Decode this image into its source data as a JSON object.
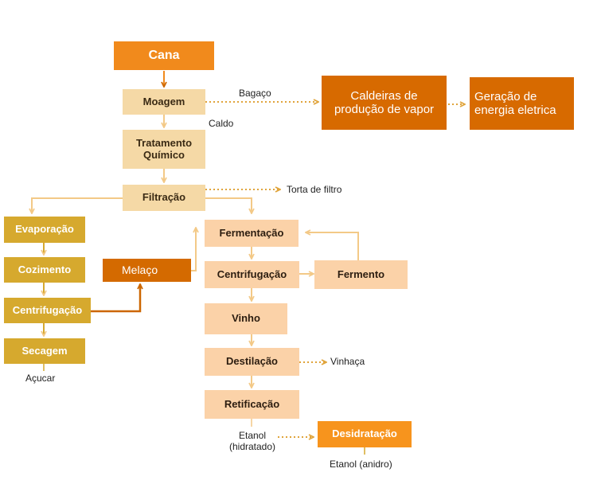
{
  "colors": {
    "arrow_light": "#f3c987",
    "arrow_dotted": "#e0a43b",
    "arrow_dark": "#cc6600",
    "tan": "#f5d9a6",
    "peach": "#fbd2a8",
    "gold": "#d6a92e",
    "orange": "#f18a1c",
    "dark_orange": "#d76a00"
  },
  "nodes": {
    "cana": "Cana",
    "moagem": "Moagem",
    "tratamento": "Tratamento Químico",
    "filtracao": "Filtração",
    "caldeiras": "Caldeiras de produção de vapor",
    "geracao": "Geração de energia eletrica",
    "evaporacao": "Evaporação",
    "cozimento": "Cozimento",
    "centrifugacao_acucar": "Centrifugação",
    "secagem": "Secagem",
    "melaco": "Melaço",
    "fermentacao": "Fermentação",
    "centrifugacao_etanol": "Centrifugação",
    "fermento": "Fermento",
    "vinho": "Vinho",
    "destilacao": "Destilação",
    "retificacao": "Retificação",
    "desidratacao": "Desidratação"
  },
  "labels": {
    "bagaco": "Bagaço",
    "caldo": "Caldo",
    "torta": "Torta de filtro",
    "acucar": "Açucar",
    "vinhaca": "Vinhaça",
    "etanol_hidratado": "Etanol (hidratado)",
    "etanol_anidro": "Etanol (anidro)"
  }
}
